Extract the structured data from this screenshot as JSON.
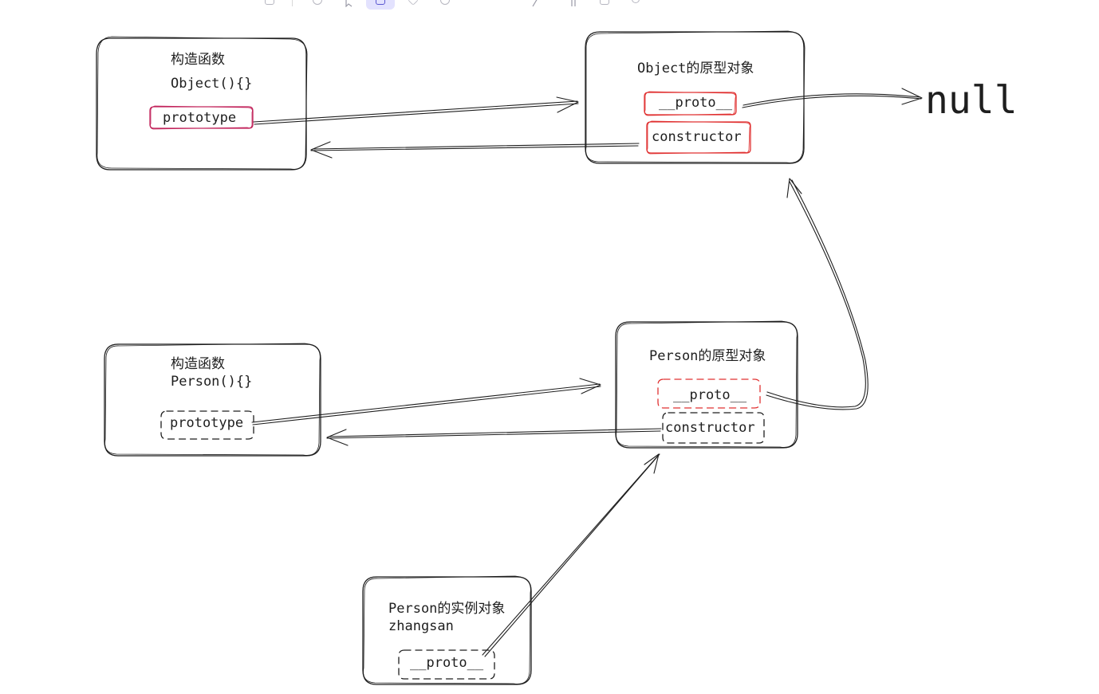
{
  "colors": {
    "stroke": "#1e1e1e",
    "red": "#e03131",
    "crimson": "#c2255c",
    "toolbar_active": "#e3e2fe"
  },
  "toolbar": {
    "icons": [
      "lock-icon",
      "hand-icon",
      "arrow-icon",
      "select-icon",
      "square-icon",
      "diamond-icon",
      "circle-icon",
      "line-icon",
      "pencil-icon",
      "text-icon",
      "image-icon",
      "eraser-icon"
    ]
  },
  "nodes": {
    "object_ctor": {
      "line1": "构造函数",
      "line2": "Object(){}",
      "field": "prototype"
    },
    "object_proto": {
      "title": "Object的原型对象",
      "field1": "__proto__",
      "field2": "constructor"
    },
    "null_label": "null",
    "person_ctor": {
      "line1": "构造函数",
      "line2": "Person(){}",
      "field": "prototype"
    },
    "person_proto": {
      "title": "Person的原型对象",
      "field1": "__proto__",
      "field2": "constructor"
    },
    "instance": {
      "line1": "Person的实例对象",
      "line2": "zhangsan",
      "field": "__proto__"
    }
  }
}
